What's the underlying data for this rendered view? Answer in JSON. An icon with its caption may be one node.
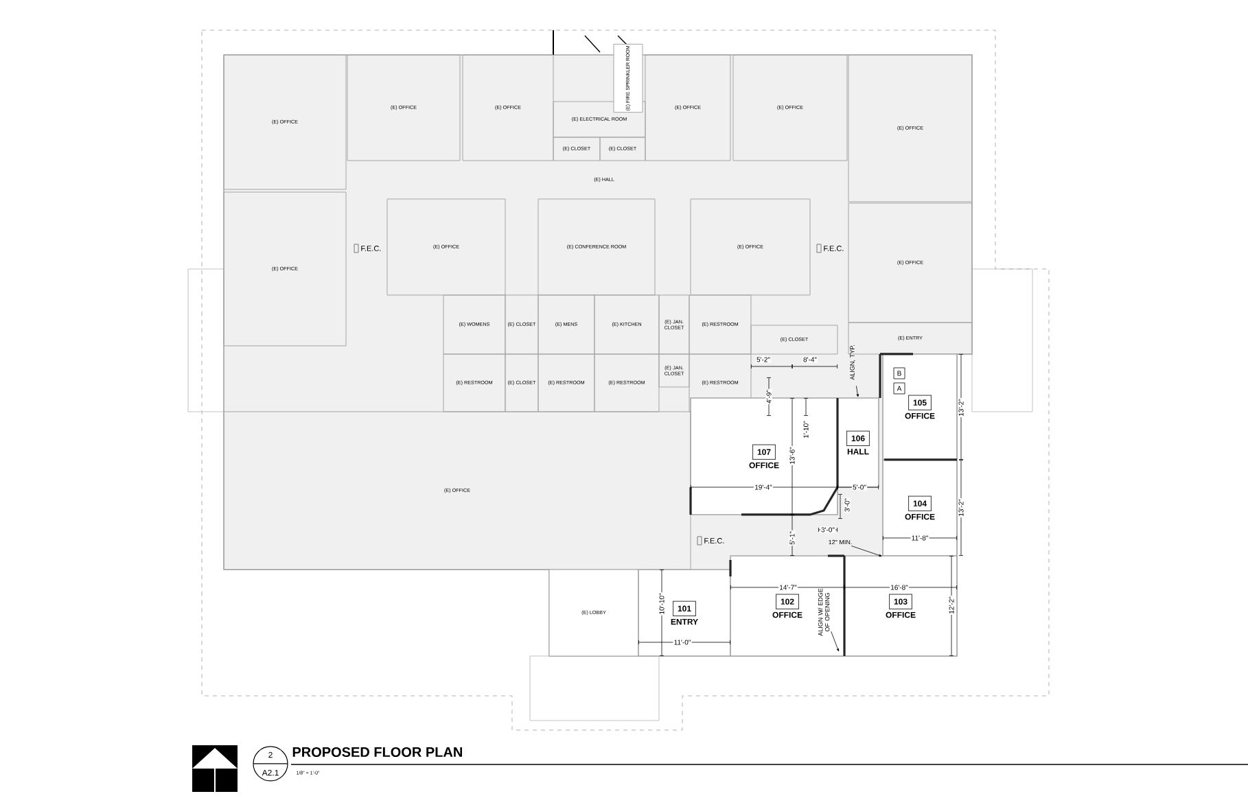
{
  "diagram": {
    "title": "PROPOSED FLOOR PLAN",
    "nodes": [
      {
        "text": [
          "(E) OFFICE"
        ]
      },
      {
        "text": [
          "(E) OFFICE"
        ]
      },
      {
        "text": [
          "(E) OFFICE"
        ]
      },
      {
        "text": [
          "(E) ELECTRICAL ROOM"
        ]
      },
      {
        "text": [
          "(E) FIRE SPRINKLER ROOM"
        ]
      },
      {
        "text": [
          "(E) OFFICE"
        ]
      },
      {
        "text": [
          "(E) OFFICE"
        ]
      },
      {
        "text": [
          "(E) OFFICE"
        ]
      },
      {
        "text": [
          "(E) CLOSET"
        ]
      },
      {
        "text": [
          "(E) CLOSET"
        ]
      },
      {
        "text": [
          "(E) HALL"
        ]
      },
      {
        "text": [
          "(E) OFFICE"
        ]
      },
      {
        "text": [
          "(E) OFFICE"
        ]
      },
      {
        "text": [
          "(E) CONFERENCE ROOM"
        ]
      },
      {
        "text": [
          "(E) OFFICE"
        ]
      },
      {
        "text": [
          "(E) OFFICE"
        ]
      },
      {
        "text": [
          "(E) WOMENS"
        ]
      },
      {
        "text": [
          "(E) CLOSET"
        ]
      },
      {
        "text": [
          "(E) MENS"
        ]
      },
      {
        "text": [
          "(E) KITCHEN"
        ]
      },
      {
        "text": [
          "(E) JAN. CLOSET"
        ]
      },
      {
        "text": [
          "(E) RESTROOM"
        ]
      },
      {
        "text": [
          "(E) RESTROOM"
        ]
      },
      {
        "text": [
          "(E) CLOSET"
        ]
      },
      {
        "text": [
          "(E) RESTROOM"
        ]
      },
      {
        "text": [
          "(E) RESTROOM"
        ]
      },
      {
        "text": [
          "(E) JAN. CLOSET"
        ]
      },
      {
        "text": [
          "(E) RESTROOM"
        ]
      },
      {
        "text": [
          "(E) CLOSET"
        ]
      },
      {
        "text": [
          "(E) ENTRY"
        ]
      },
      {
        "text": [
          "ALIGN, TYP."
        ]
      },
      {
        "text": [
          "105",
          "OFFICE"
        ]
      },
      {
        "text": [
          "107",
          "OFFICE"
        ]
      },
      {
        "text": [
          "106",
          "HALL"
        ]
      },
      {
        "text": [
          "104",
          "OFFICE"
        ]
      },
      {
        "text": [
          "(E) OFFICE"
        ]
      },
      {
        "text": [
          "12\" MIN."
        ]
      },
      {
        "text": [
          "(E) LOBBY"
        ]
      },
      {
        "text": [
          "101",
          "ENTRY"
        ]
      },
      {
        "text": [
          "ALIGN W/ EDGE OF OPENING"
        ],
        "in": 40
      },
      {
        "text": [
          "102",
          "OFFICE"
        ]
      },
      {
        "text": [
          "103",
          "OFFICE"
        ]
      }
    ],
    "edges": [
      {
        "from": 30,
        "to": 33,
        "arrow": "to"
      },
      {
        "from": 36,
        "to": 34,
        "arrow": "to"
      },
      {
        "from": 39,
        "to": null,
        "arrow": "to"
      }
    ],
    "labels": [
      "F.E.C.",
      "F.E.C.",
      "5'-2\"",
      "8'-4\"",
      "B",
      "A",
      "4'-9\"",
      "1'-10\"",
      "13'-2\"",
      "13'-6\"",
      "19'-4\"",
      "5'-0\"",
      "3'-0\"",
      "13'-2\"",
      "3'-0\"",
      "11'-8\"",
      "F.E.C.",
      "5'-1\"",
      "14'-7\"",
      "16'-8\"",
      "10'-10\"",
      "12'-2\"",
      "11'-0\"",
      "2",
      "A2.1",
      "1/8\" = 1'-0\""
    ]
  }
}
